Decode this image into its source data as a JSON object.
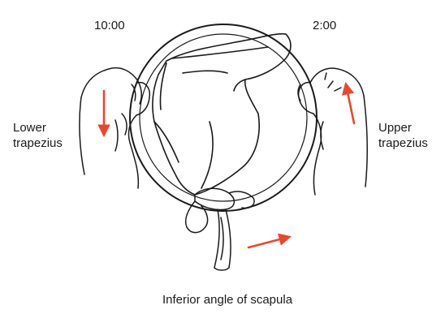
{
  "labels": {
    "clock_left": "10:00",
    "clock_right": "2:00",
    "lower_trapezius": [
      "Lower",
      "trapezius"
    ],
    "upper_trapezius": [
      "Upper",
      "trapezius"
    ],
    "caption": "Inferior angle of scapula"
  },
  "colors": {
    "arrow": "#e8482e",
    "ink": "#1a1a1a"
  }
}
